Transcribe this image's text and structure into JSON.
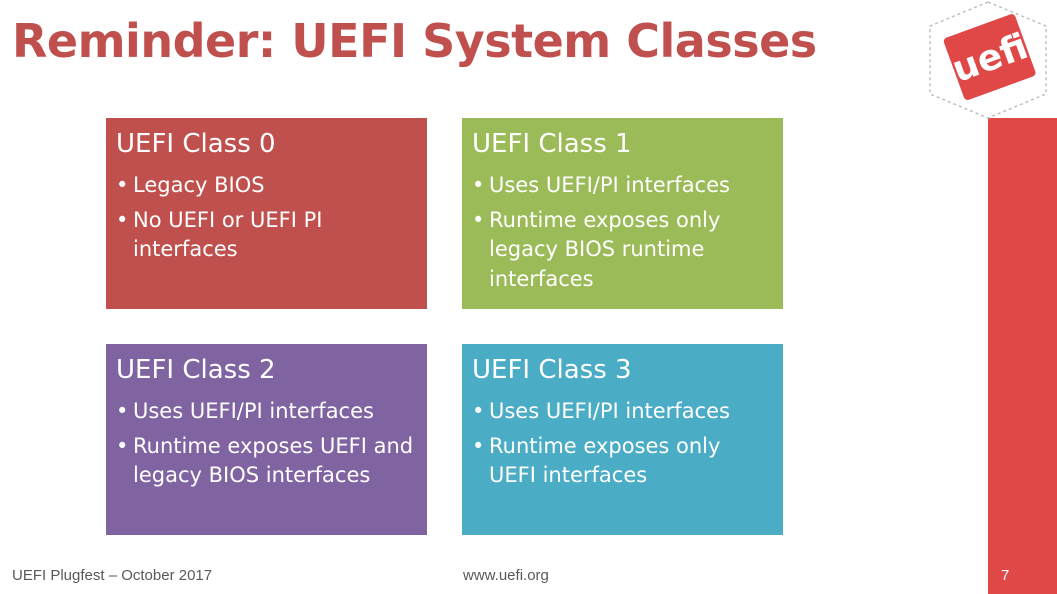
{
  "slide": {
    "title": "Reminder: UEFI System Classes",
    "colors": {
      "title": "#c0504d",
      "class0": "#c0504d",
      "class1": "#9bbb59",
      "class2": "#8064a2",
      "class3": "#4bacc6",
      "accent_bar": "#e04848"
    },
    "logo_icon": "uefi-logo-icon",
    "logo_text": "uefi"
  },
  "classes": [
    {
      "heading": "UEFI Class 0",
      "bullets": [
        "Legacy BIOS",
        "No UEFI or UEFI PI interfaces"
      ]
    },
    {
      "heading": "UEFI Class 1",
      "bullets": [
        "Uses UEFI/PI interfaces",
        "Runtime exposes only legacy BIOS runtime interfaces"
      ]
    },
    {
      "heading": "UEFI Class 2",
      "bullets": [
        "Uses UEFI/PI interfaces",
        "Runtime exposes UEFI and legacy BIOS interfaces"
      ]
    },
    {
      "heading": "UEFI Class 3",
      "bullets": [
        "Uses UEFI/PI interfaces",
        "Runtime exposes only UEFI interfaces"
      ]
    }
  ],
  "footer": {
    "left": "UEFI Plugfest – October 2017",
    "center": "www.uefi.org",
    "page_number": "7"
  }
}
